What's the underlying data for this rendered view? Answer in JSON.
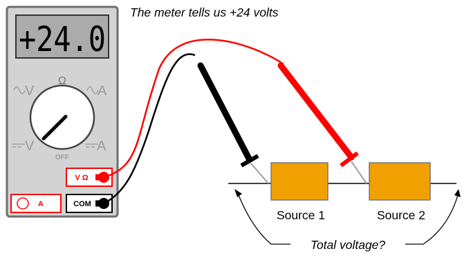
{
  "caption_top": "The meter tells us +24 volts",
  "caption_bottom": "Total voltage?",
  "meter": {
    "display": "+24.0",
    "dial": {
      "ohm": "Ω",
      "ac_v": "V",
      "ac_a": "A",
      "dc_v": "V",
      "dc_a": "A",
      "off": "OFF"
    },
    "jacks": {
      "v_ohm": "V Ω",
      "amp": "A",
      "com": "COM"
    }
  },
  "sources": [
    {
      "label": "Source 1"
    },
    {
      "label": "Source 2"
    }
  ],
  "colors": {
    "meter_body": "#d3d3d3",
    "meter_outline": "#6e6e6e",
    "lcd_bg": "#ababab",
    "red_probe": "#ff0000",
    "black_probe": "#000000",
    "source_fill": "#f0a000",
    "probe_tip": "#a0a0a0"
  }
}
